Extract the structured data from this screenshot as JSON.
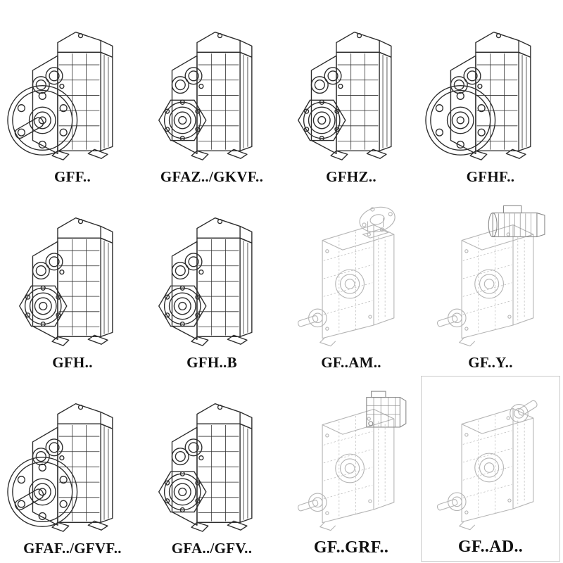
{
  "page": {
    "background": "#ffffff",
    "line_color": "#2e2e2e",
    "faint_line_color": "#b5b5b5",
    "mid_line_color": "#8a8a8a",
    "label_color": "#101010"
  },
  "cells": [
    {
      "label": "GFF..",
      "drawing": "flange-output-gear-unit"
    },
    {
      "label": "GFAZ../GKVF..",
      "drawing": "hollow-shaft-gear-unit"
    },
    {
      "label": "GFHZ..",
      "drawing": "hollow-shaft-gear-unit"
    },
    {
      "label": "GFHF..",
      "drawing": "flange-gear-unit"
    },
    {
      "label": "GFH..",
      "drawing": "foot-mounted-gear-unit"
    },
    {
      "label": "GFH..B",
      "drawing": "foot-mounted-gear-unit"
    },
    {
      "label": "GF..AM..",
      "drawing": "gear-unit-with-input-flange"
    },
    {
      "label": "GF..Y..",
      "drawing": "gear-unit-with-motor"
    },
    {
      "label": "GFAF../GFVF..",
      "drawing": "flange-output-gear-unit"
    },
    {
      "label": "GFA../GFV..",
      "drawing": "hollow-shaft-gear-unit"
    },
    {
      "label": "GF..GRF..",
      "drawing": "gear-unit-with-adapter"
    },
    {
      "label": "GF..AD..",
      "drawing": "gear-unit-with-input-shaft"
    }
  ]
}
